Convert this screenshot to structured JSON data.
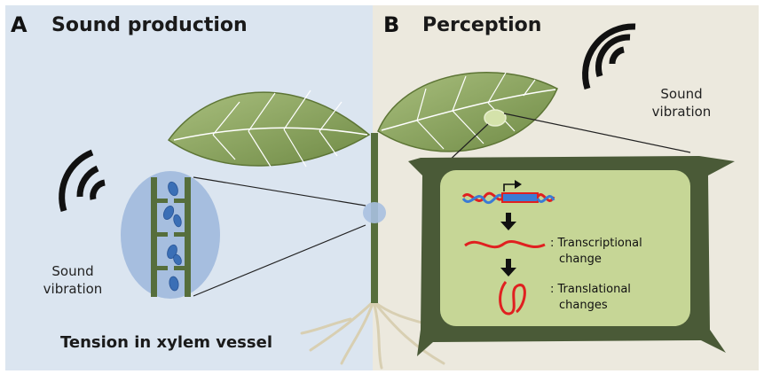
{
  "panel_a": {
    "letter": "A",
    "title": "Sound production",
    "sound_label_line1": "Sound",
    "sound_label_line2": "vibration",
    "caption": "Tension in xylem vessel"
  },
  "panel_b": {
    "letter": "B",
    "title": "Perception",
    "sound_label_line1": "Sound",
    "sound_label_line2": "vibration",
    "transcription_line1": ": Transcriptional",
    "transcription_line2": "change",
    "translation_line1": ": Translational",
    "translation_line2": "changes"
  },
  "colors": {
    "panel_a_bg": "#dbe5f0",
    "panel_b_bg": "#ece9de",
    "leaf": "#8aa45c",
    "stem": "#566e3c",
    "cell_wall": "#4a5a37",
    "cell_inner": "#c6d696",
    "water": "#3b6fb6",
    "dna_red": "#e02020",
    "dna_blue": "#3a7bd5"
  }
}
